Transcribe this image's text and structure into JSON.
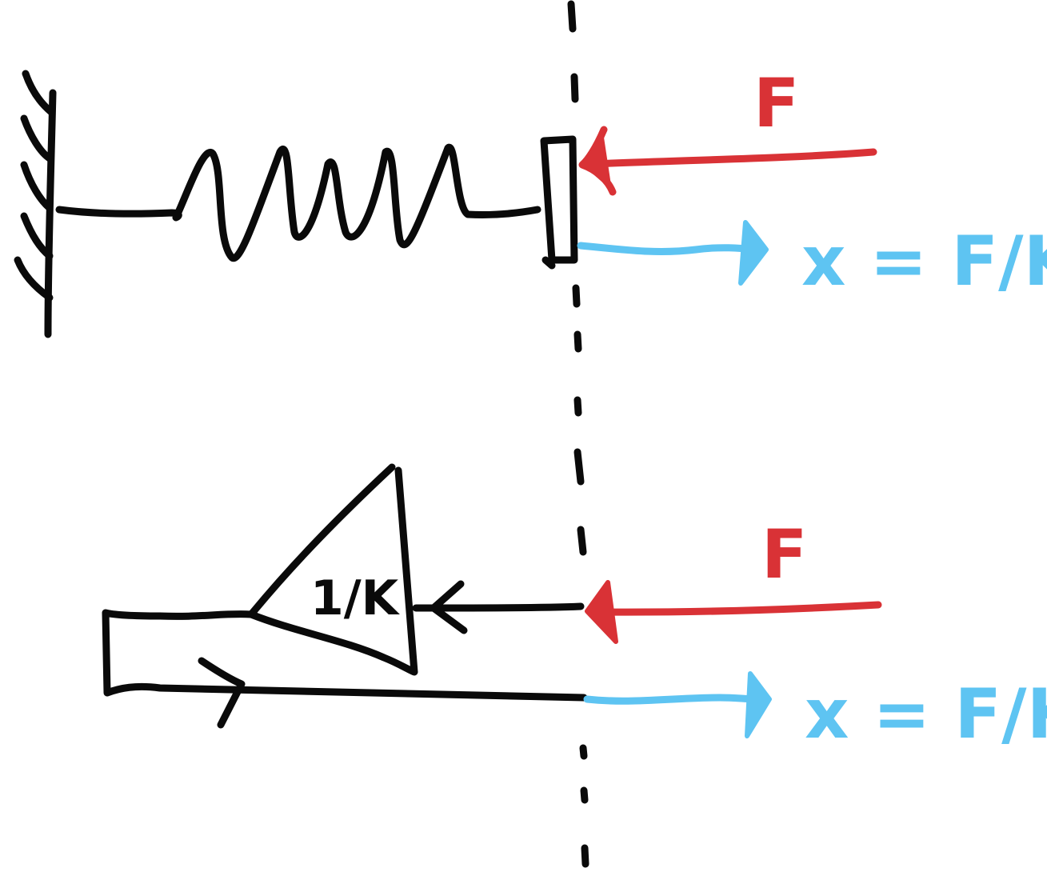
{
  "colors": {
    "ink": "#0a0a0a",
    "force": "#d93236",
    "displacement": "#5ec4f2",
    "background": "#ffffff"
  },
  "spring_diagram": {
    "force_label": "F",
    "displacement_label": "x = F/K"
  },
  "block_diagram": {
    "gain_label": "1/K",
    "force_label": "F",
    "displacement_label": "x = F/K"
  }
}
